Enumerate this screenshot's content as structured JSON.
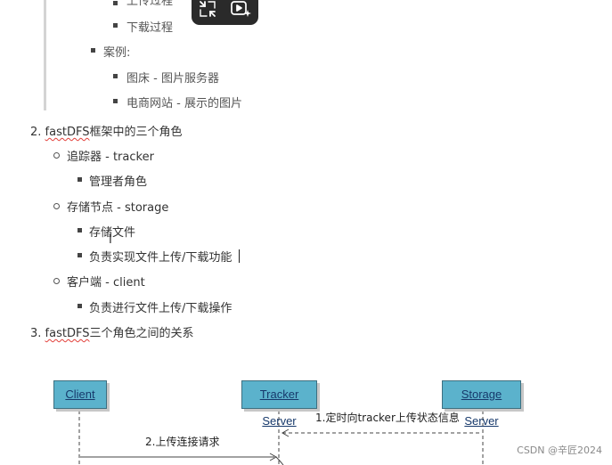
{
  "toolbar": {
    "buttons": [
      {
        "icon": "exit-fullscreen-icon"
      },
      {
        "icon": "play-sparkle-icon"
      }
    ]
  },
  "outline": {
    "clipped_top_item": "上传过程",
    "download_process": "下载过程",
    "cases_label": "案例:",
    "case_items": [
      "图床 - 图片服务器",
      "电商网站 - 展示的图片"
    ],
    "section2": {
      "number": "2.",
      "term": "fastDFS",
      "title_rest": "框架中的三个角色"
    },
    "roles": [
      {
        "label": "追踪器 - tracker",
        "items": [
          "管理者角色"
        ]
      },
      {
        "label": "存储节点 - storage",
        "items": [
          "存储文件",
          "负责实现文件上传/下载功能"
        ]
      },
      {
        "label": "客户端 - client",
        "items": [
          "负责进行文件上传/下载操作"
        ]
      }
    ],
    "section3": {
      "number": "3.",
      "term": "fastDFS",
      "title_rest": "三个角色之间的关系"
    }
  },
  "diagram": {
    "nodes": {
      "client": "Client",
      "tracker": "Tracker Server",
      "storage": "Storage Server"
    },
    "messages": {
      "m1": "1.定时向tracker上传状态信息",
      "m2": "2.上传连接请求"
    },
    "colors": {
      "box_fill": "#5bb2cc",
      "box_text": "#17396b"
    }
  },
  "watermark": "CSDN @辛匠2024"
}
